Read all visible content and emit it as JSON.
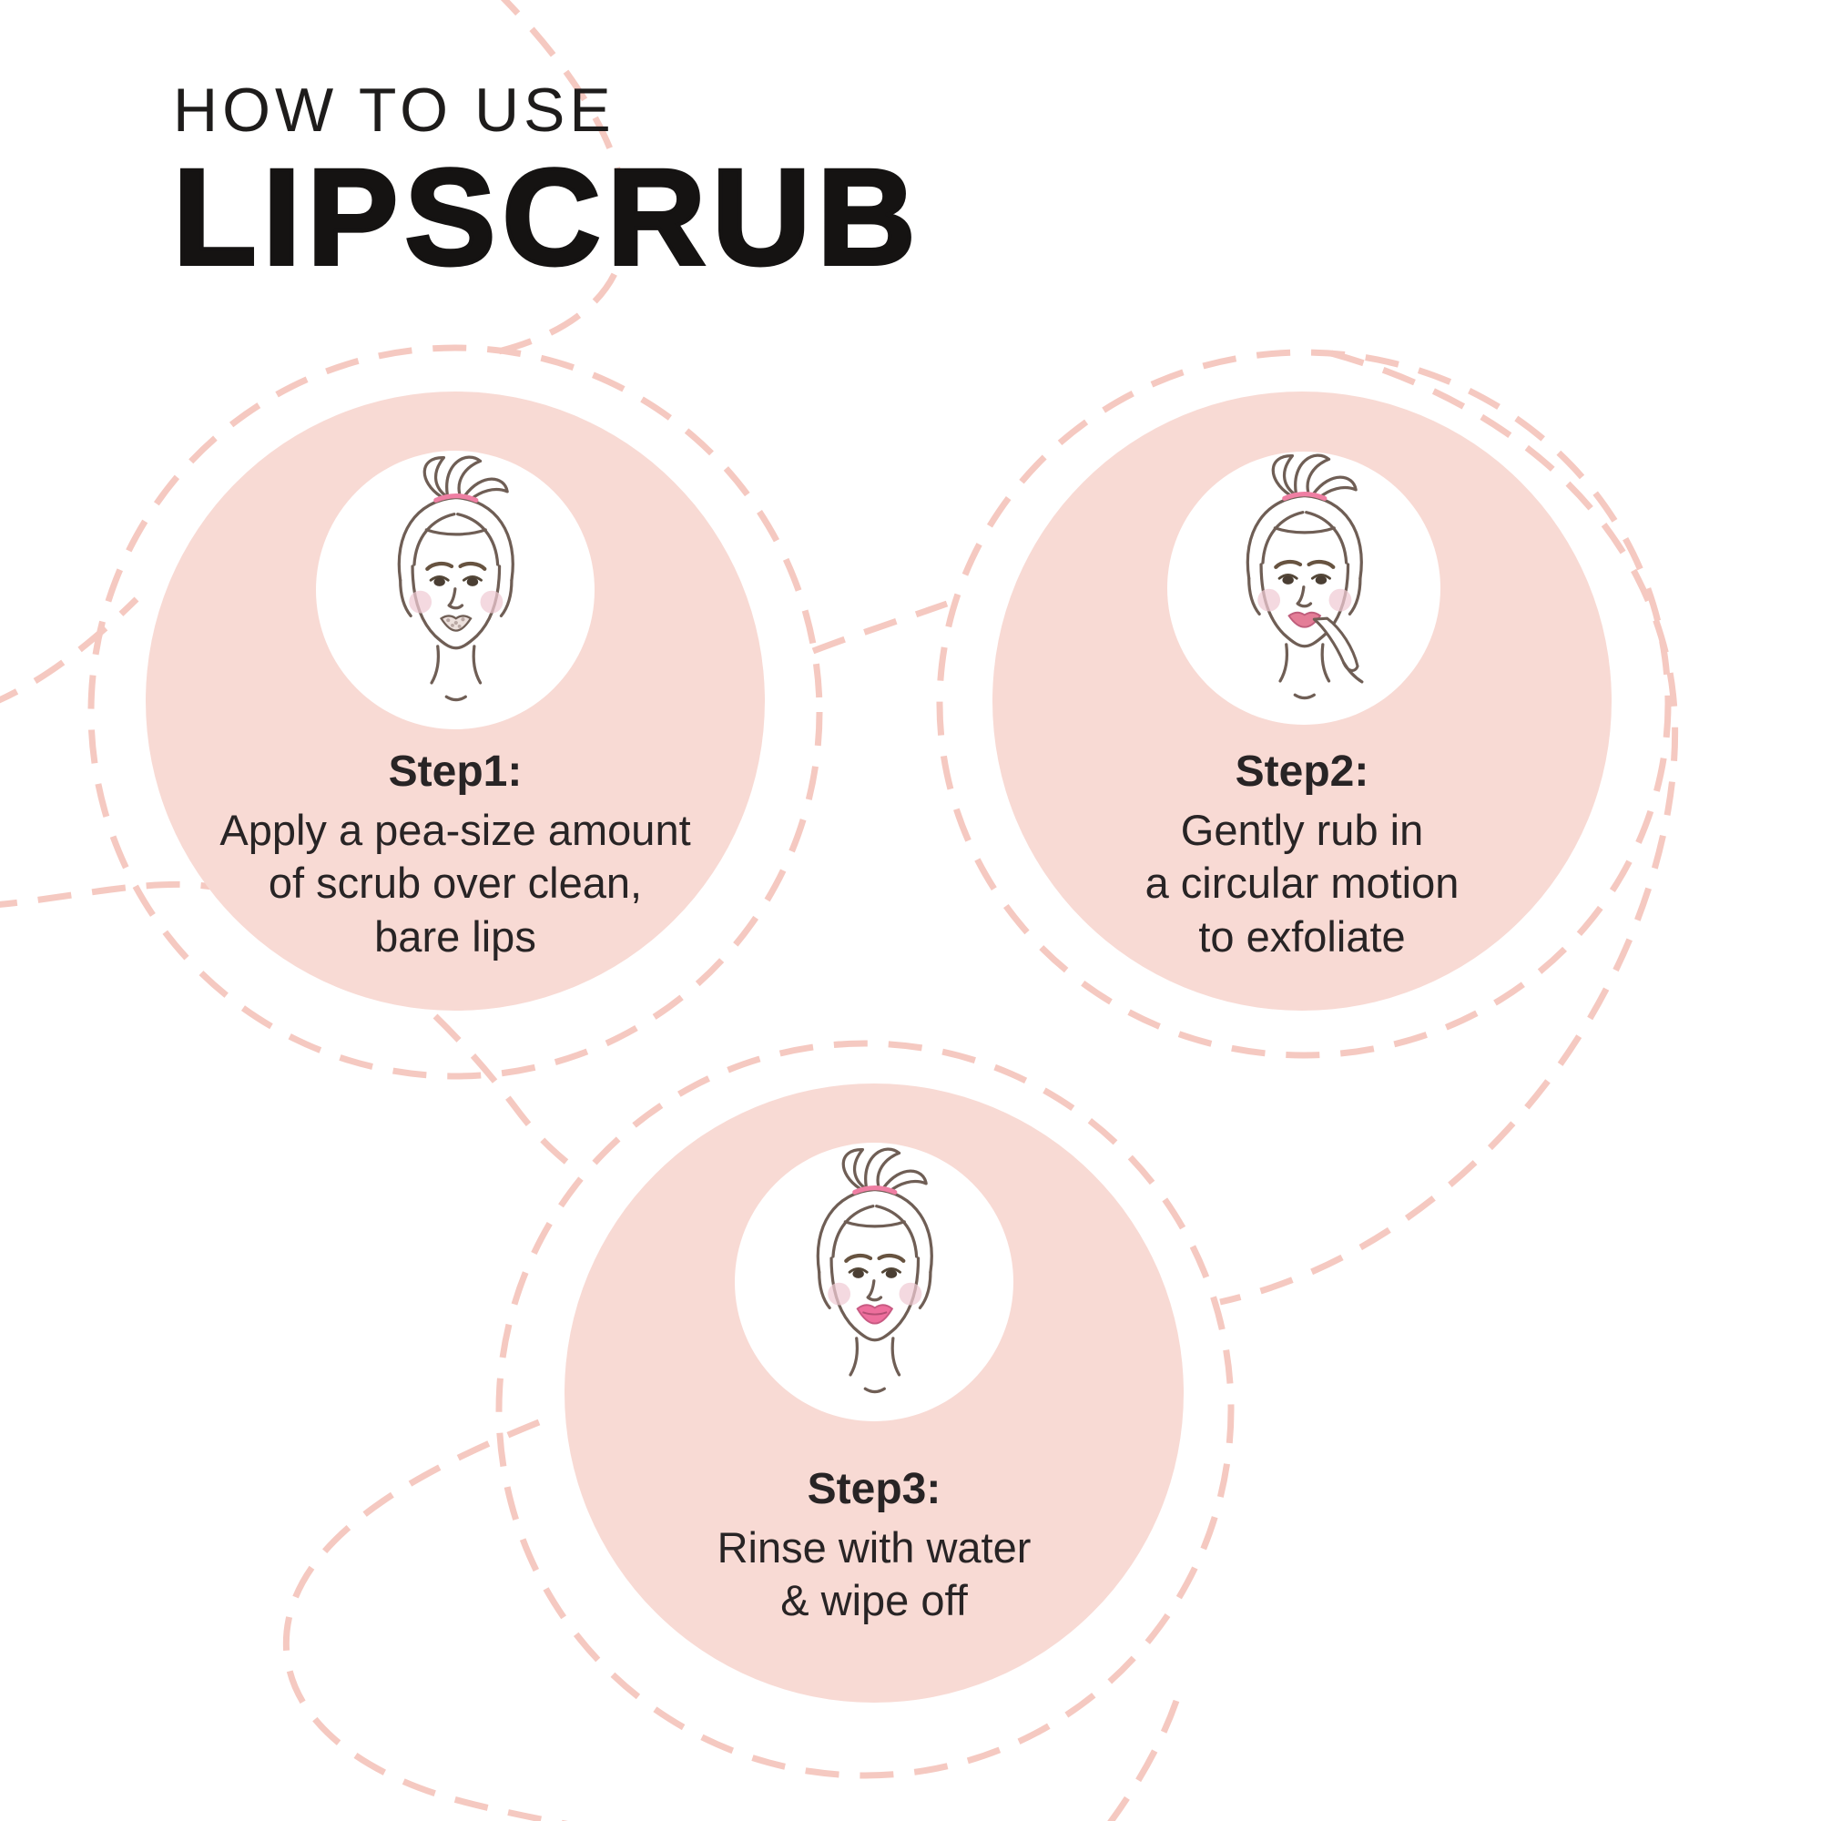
{
  "title": {
    "line1": "HOW TO USE",
    "line2": "LIPSCRUB"
  },
  "steps": [
    {
      "label": "Step1:",
      "text": "Apply a pea-size amount\nof scrub over clean,\nbare lips"
    },
    {
      "label": "Step2:",
      "text": "Gently rub in\na circular motion\nto exfoliate"
    },
    {
      "label": "Step3:",
      "text": "Rinse with water\n& wipe off"
    }
  ],
  "colors": {
    "background": "#ffffff",
    "circle_pink": "#f8dad4",
    "dash_pink": "#f5c9c1",
    "illustration_line_brown": "#6f5e55",
    "hair_tie_pink": "#ef7fa3",
    "lip_pink": "#ee6f9d",
    "cheek_pink": "#f0cad4",
    "text_dark": "#282425",
    "title_black": "#151312"
  }
}
